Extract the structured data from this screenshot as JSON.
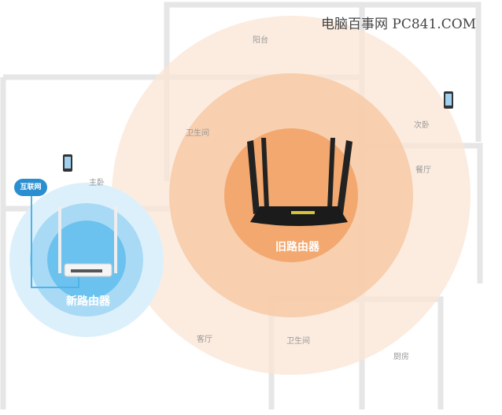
{
  "watermark": "电脑百事网 PC841.COM",
  "rooms": {
    "balcony": "阳台",
    "bathroom_top": "卫生间",
    "second_bedroom": "次卧",
    "dining": "餐厅",
    "master_bedroom": "主卧",
    "living": "客厅",
    "bathroom_bottom": "卫生间",
    "kitchen": "厨房"
  },
  "internet_label": "互联网",
  "old_router_label": "旧路由器",
  "new_router_label": "新路由器",
  "colors": {
    "old_signal": "#f0a56a",
    "new_signal": "#4fb3e8",
    "cloud": "#2a8fd0"
  }
}
